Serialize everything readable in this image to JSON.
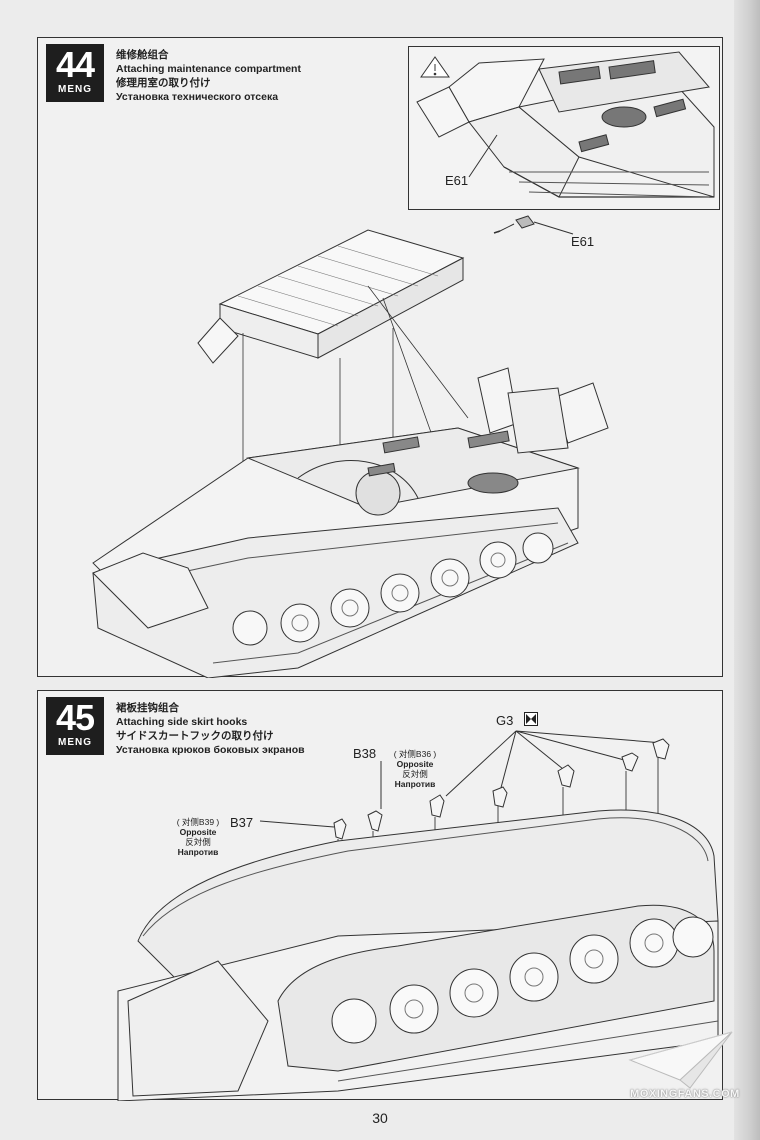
{
  "step44": {
    "number": "44",
    "brand": "MENG",
    "title_cn": "维修舱组合",
    "title_en": "Attaching maintenance compartment",
    "title_jp": "修理用室の取り付け",
    "title_ru": "Установка технического отсека",
    "inset_part": "E61",
    "part": "E61"
  },
  "step45": {
    "number": "45",
    "brand": "MENG",
    "title_cn": "裙板挂钩组合",
    "title_en": "Attaching side skirt hooks",
    "title_jp": "サイドスカートフックの取り付け",
    "title_ru": "Установка крюков боковых экранов",
    "part_g3": "G3",
    "part_b38": "B38",
    "b38_note_cn": "( 对侧B36 )",
    "b38_note_en": "Opposite",
    "b38_note_jp": "反対側",
    "b38_note_ru": "Напротив",
    "part_b37": "B37",
    "b37_note_cn": "( 对侧B39 )",
    "b37_note_en": "Opposite",
    "b37_note_jp": "反対側",
    "b37_note_ru": "Напротив"
  },
  "page_number": "30",
  "watermark": "MOXINGFANS.COM"
}
